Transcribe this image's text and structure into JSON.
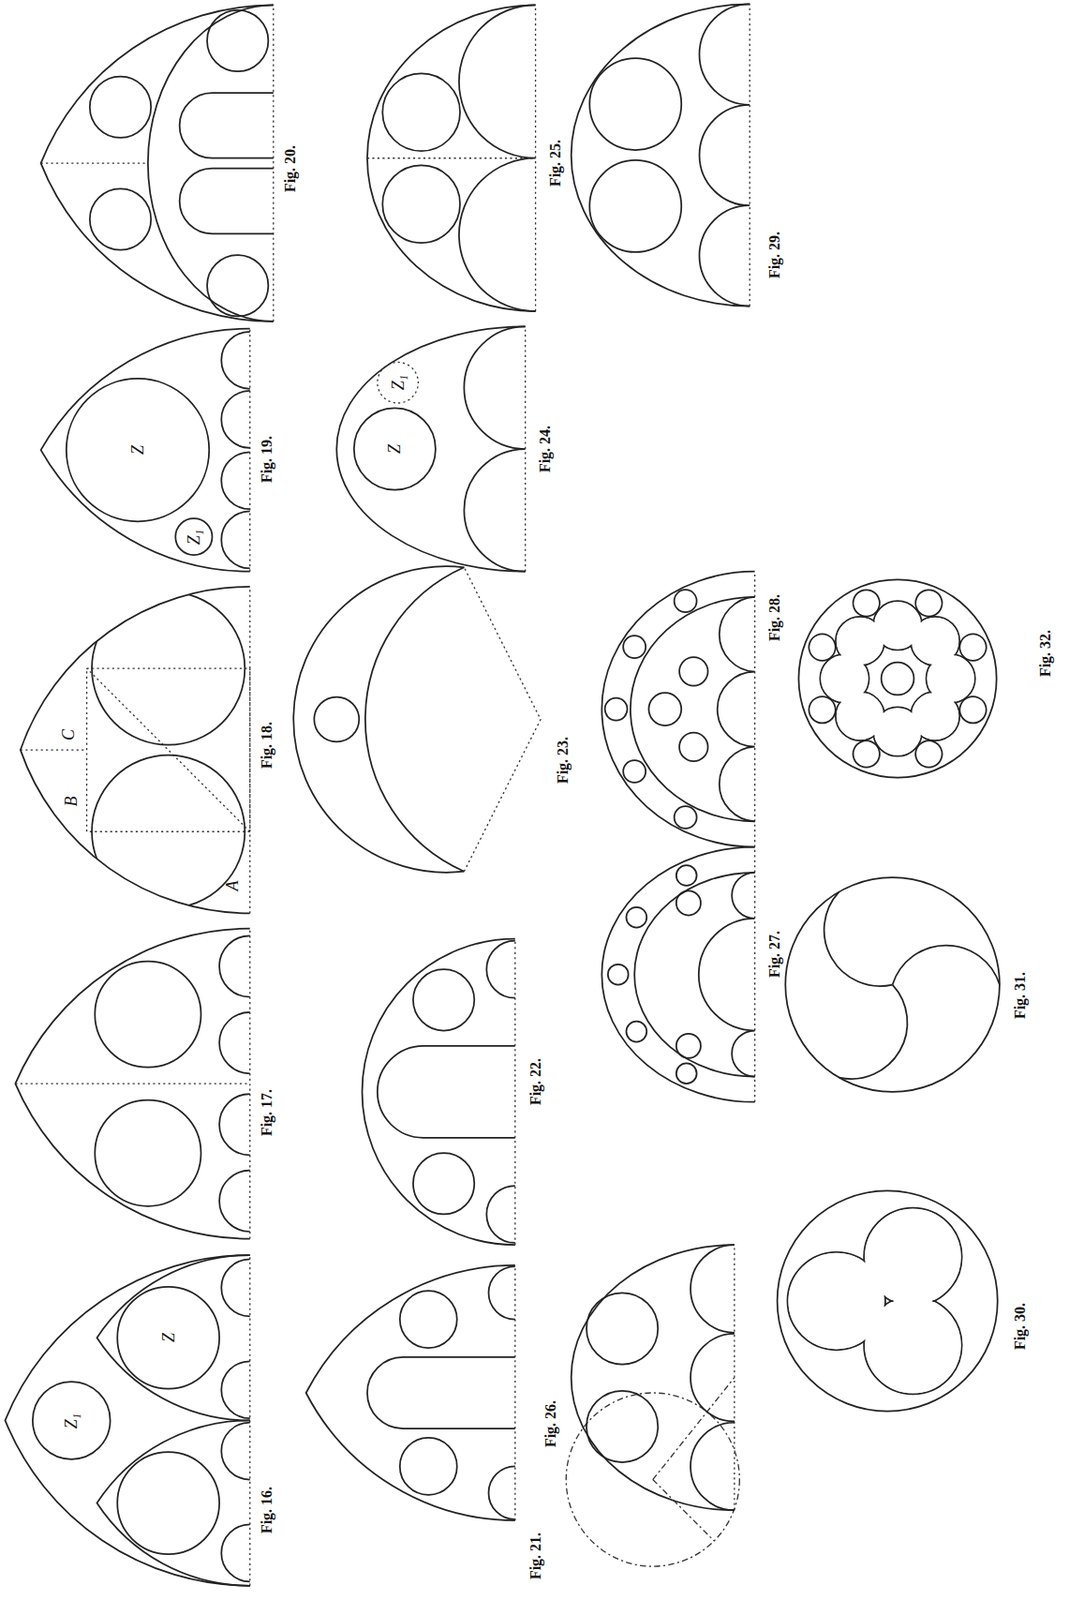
{
  "diagram": {
    "labels": [
      "Fig. 16.",
      "Z₁",
      "Z",
      "Fig. 17.",
      "A",
      "B",
      "C",
      "Fig. 18.",
      "Z",
      "Z₁",
      "Fig. 19.",
      "Fig. 20.",
      "Fig. 21.",
      "Fig. 22.",
      "Fig. 23.",
      "Z",
      "Z₁",
      "Fig. 24.",
      "Fig. 25.",
      "Fig. 26.",
      "Fig. 27.",
      "Fig. 28.",
      "Fig. 29.",
      "Fig. 30.",
      "Fig. 31.",
      "Fig. 32."
    ]
  }
}
